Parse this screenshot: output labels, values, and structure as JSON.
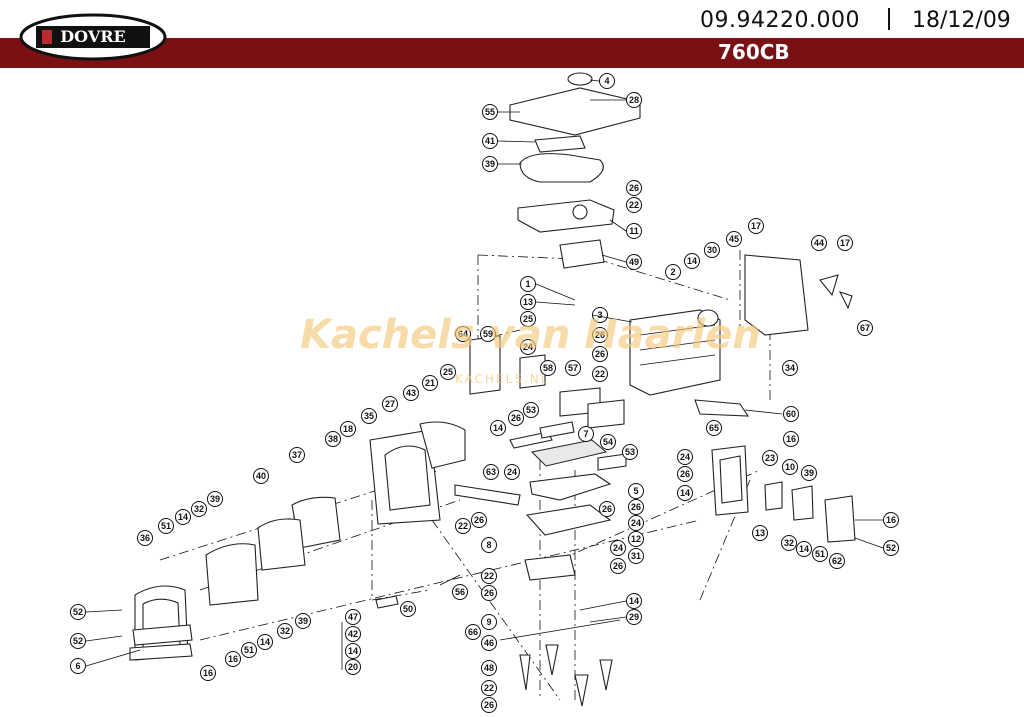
{
  "header": {
    "brand": "DOVRE",
    "doc_number": "09.94220.000",
    "date": "18/12/09",
    "model": "760CB",
    "bar_color": "#7a0f14"
  },
  "watermark": {
    "text": "Kachels van Haarlen",
    "sub": "KACHELS.NL",
    "color": "#f4c87a"
  },
  "callouts": [
    "4",
    "28",
    "55",
    "41",
    "39",
    "26",
    "22",
    "11",
    "49",
    "17",
    "44",
    "17",
    "45",
    "30",
    "14",
    "2",
    "1",
    "13",
    "25",
    "3",
    "26",
    "26",
    "22",
    "67",
    "34",
    "64",
    "59",
    "24",
    "58",
    "57",
    "25",
    "21",
    "43",
    "27",
    "35",
    "18",
    "38",
    "37",
    "40",
    "39",
    "32",
    "14",
    "51",
    "36",
    "26",
    "14",
    "53",
    "7",
    "54",
    "53",
    "63",
    "24",
    "60",
    "65",
    "16",
    "24",
    "26",
    "14",
    "23",
    "10",
    "39",
    "13",
    "5",
    "26",
    "26",
    "24",
    "12",
    "24",
    "31",
    "26",
    "22",
    "26",
    "8",
    "22",
    "26",
    "56",
    "50",
    "47",
    "42",
    "14",
    "20",
    "9",
    "66",
    "46",
    "48",
    "22",
    "26",
    "14",
    "29",
    "32",
    "14",
    "51",
    "62",
    "16",
    "52",
    "52",
    "52",
    "6",
    "16",
    "16",
    "51",
    "14",
    "32",
    "39"
  ]
}
